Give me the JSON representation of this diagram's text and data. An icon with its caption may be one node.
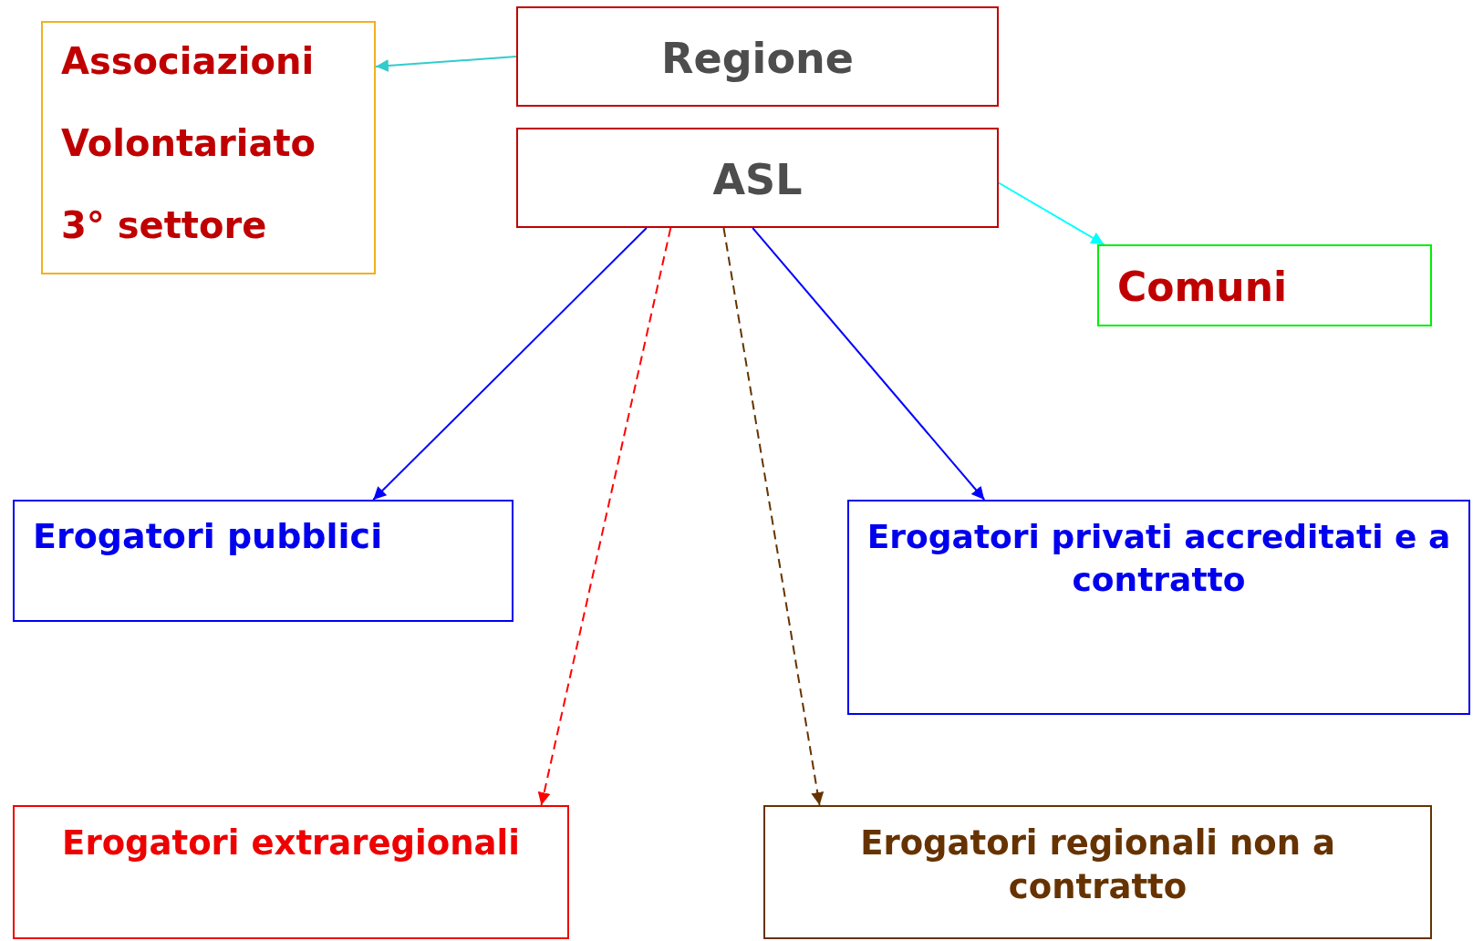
{
  "diagram": {
    "nodes": [
      {
        "text": [
          "Associazioni",
          "Volontariato",
          "3° settore"
        ]
      },
      {
        "text": [
          "Regione"
        ]
      },
      {
        "text": [
          "ASL"
        ]
      },
      {
        "text": [
          "Comuni"
        ]
      },
      {
        "text": [
          "Erogatori pubblici"
        ]
      },
      {
        "text": [
          "Erogatori privati accreditati e a contratto"
        ]
      },
      {
        "text": [
          "Erogatori extraregionali"
        ]
      },
      {
        "text": [
          "Erogatori regionali non a contratto"
        ]
      }
    ],
    "edges": [
      {
        "from": 1,
        "to": 0,
        "arrow": "to",
        "color": "#33cccc"
      },
      {
        "from": 2,
        "to": 3,
        "arrow": "to",
        "color": "#00ffff"
      },
      {
        "from": 2,
        "to": 4,
        "arrow": "to",
        "color": "#0000ff"
      },
      {
        "from": 2,
        "to": 6,
        "arrow": "to",
        "style": "dashed",
        "color": "#ff0000"
      },
      {
        "from": 2,
        "to": 7,
        "arrow": "to",
        "style": "dashed",
        "color": "#663300"
      },
      {
        "from": 2,
        "to": 5,
        "arrow": "to",
        "color": "#0000ff"
      }
    ]
  }
}
